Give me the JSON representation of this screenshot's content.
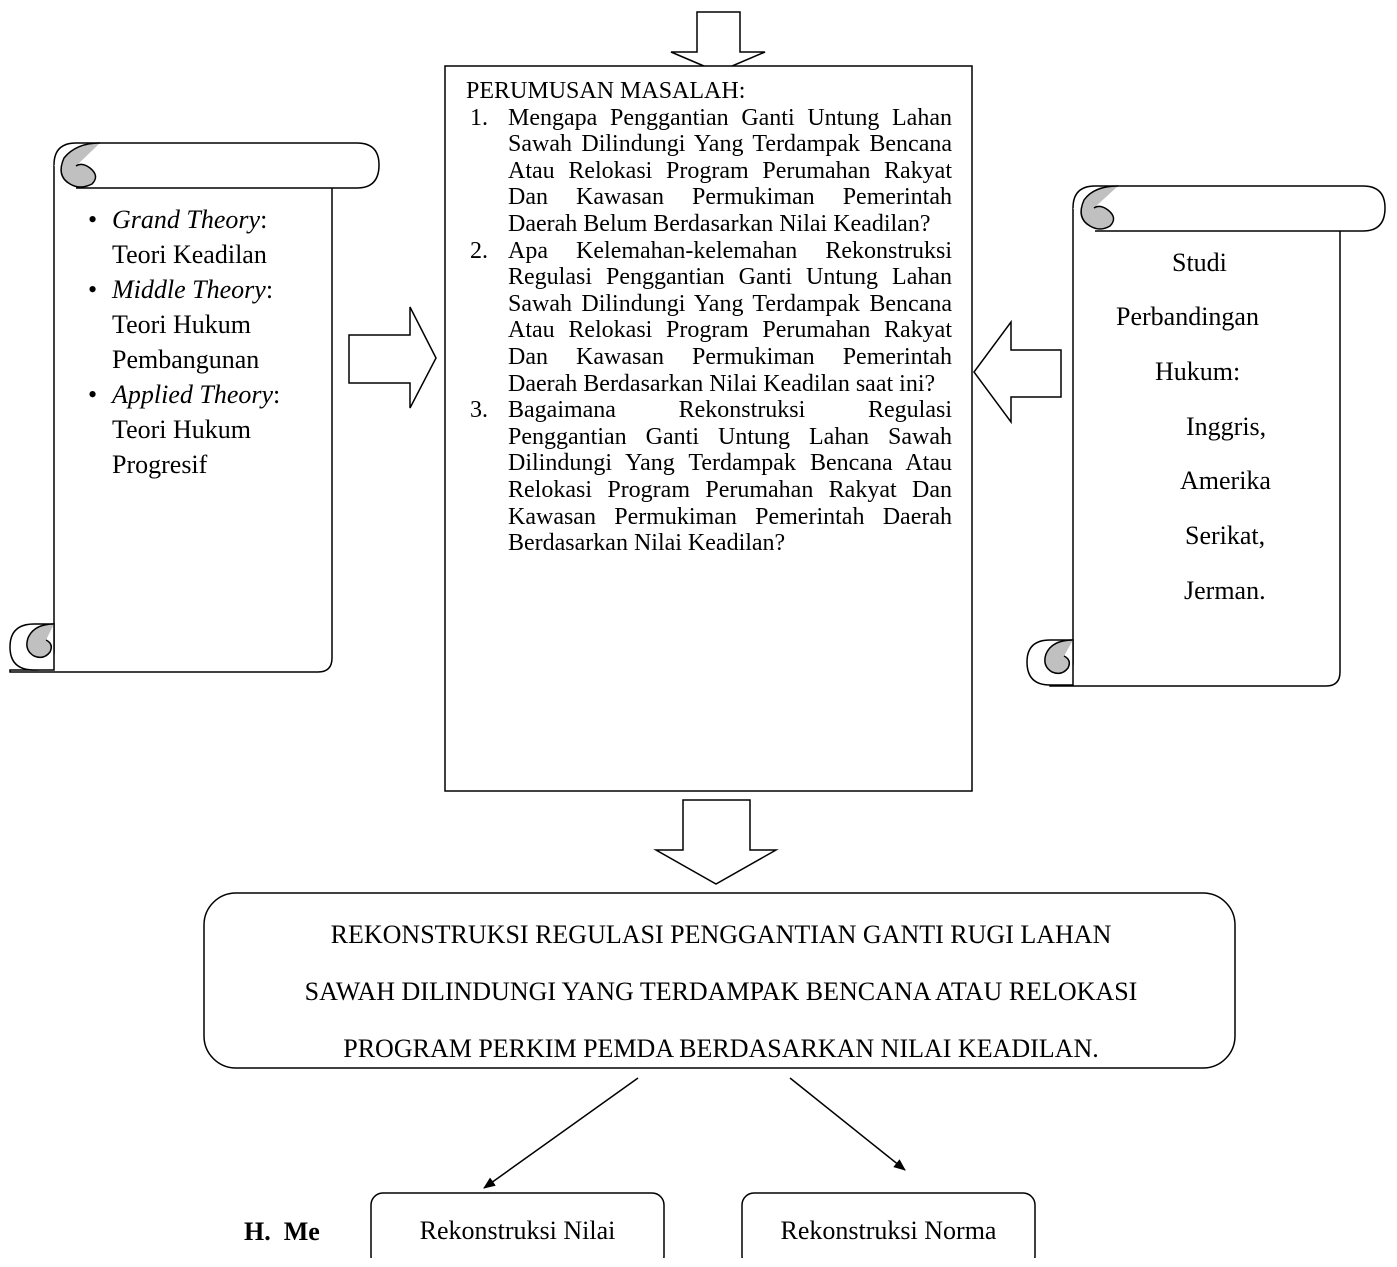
{
  "theories": [
    {
      "name": "Grand Theory",
      "value_lines": [
        "Teori Keadilan"
      ]
    },
    {
      "name": "Middle Theory",
      "value_lines": [
        "Teori Hukum",
        "Pembangunan"
      ]
    },
    {
      "name": "Applied Theory",
      "value_lines": [
        "Teori Hukum",
        "Progresif"
      ]
    }
  ],
  "problem": {
    "title": "PERUMUSAN MASALAH:",
    "items": [
      {
        "num": "1.",
        "text": "Mengapa Penggantian Ganti Untung Lahan Sawah Dilindungi Yang Terdampak Bencana Atau Relokasi Program Perumahan Rakyat Dan Kawasan Permukiman Pemerintah Daerah Belum Berdasarkan Nilai Keadilan?"
      },
      {
        "num": "2.",
        "text": "Apa Kelemahan-kelemahan Rekonstruksi Regulasi Penggantian Ganti Untung Lahan Sawah Dilindungi Yang Terdampak Bencana Atau Relokasi Program Perumahan Rakyat Dan Kawasan Permukiman Pemerintah Daerah Berdasarkan Nilai Keadilan saat ini?"
      },
      {
        "num": "3.",
        "text": "Bagaimana Rekonstruksi Regulasi Penggantian Ganti Untung Lahan Sawah Dilindungi Yang Terdampak Bencana Atau Relokasi Program Perumahan Rakyat Dan Kawasan Permukiman Pemerintah Daerah Berdasarkan Nilai Keadilan?"
      }
    ]
  },
  "comparative": {
    "lines": [
      "Studi",
      "Perbandingan",
      "Hukum:",
      "Inggris,",
      "Amerika",
      "Serikat,",
      "Jerman."
    ]
  },
  "result": {
    "lines": [
      "REKONSTRUKSI REGULASI PENGGANTIAN GANTI RUGI LAHAN",
      "SAWAH DILINDUNGI YANG TERDAMPAK BENCANA ATAU RELOKASI",
      "PROGRAM PERKIM PEMDA BERDASARKAN NILAI KEADILAN."
    ]
  },
  "outputs": {
    "left": "Rekonstruksi Nilai",
    "right": "Rekonstruksi Norma"
  },
  "heading": {
    "label": "H.",
    "partial": "Me"
  },
  "colors": {
    "line": "#000000",
    "scroll_curl": "#c0c0c0",
    "background": "#ffffff"
  }
}
